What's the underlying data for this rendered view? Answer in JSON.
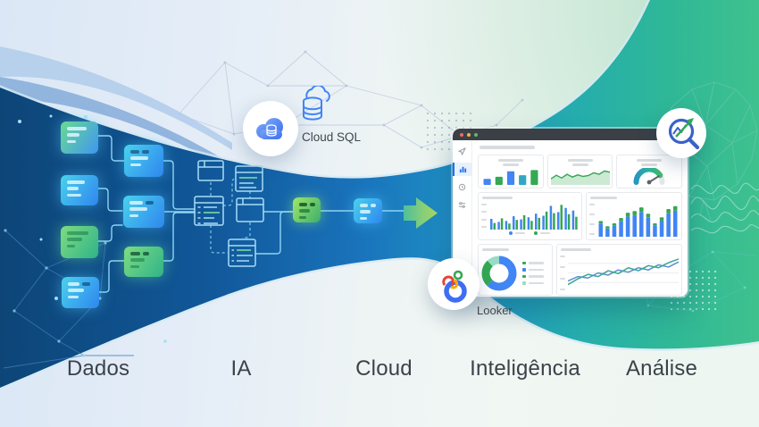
{
  "stages": {
    "items": [
      {
        "label": "Dados"
      },
      {
        "label": "IA"
      },
      {
        "label": "Cloud"
      },
      {
        "label": "Inteligência"
      },
      {
        "label": "Análise"
      }
    ]
  },
  "badges": {
    "cloud_sql": {
      "label": "Cloud SQL",
      "icon": "cloud-database-icon"
    },
    "looker": {
      "label": "Looker",
      "icon": "looker-logo-icon"
    },
    "insights": {
      "icon": "magnifier-trend-icon"
    }
  },
  "dashboard": {
    "window_controls": [
      "close",
      "minimize",
      "zoom"
    ],
    "sidebar_icons": [
      "explore-icon",
      "chart-icon",
      "clock-icon",
      "filter-icon"
    ],
    "note": "dashboard content is skeleton placeholders, no readable text"
  },
  "colors": {
    "funnel_navy": "#0d4577",
    "funnel_blue": "#1a74bc",
    "funnel_teal": "#25adad",
    "funnel_green": "#3fc18e",
    "chart_blue": "#4285f4",
    "chart_green": "#34a853",
    "chart_teal": "#31a8c0",
    "donut_light": "#9adbc8",
    "looker_blue": "#3e6df5",
    "looker_red": "#e94335",
    "looker_yellow": "#f9ab00",
    "looker_green": "#34a853"
  },
  "chart_data": [
    {
      "id": "bars-small",
      "type": "bar",
      "values": [
        34,
        48,
        84,
        58,
        92
      ],
      "colors": [
        "#4285f4",
        "#34a853",
        "#4285f4",
        "#31a8c0",
        "#34a853"
      ]
    },
    {
      "id": "area-trend",
      "type": "area",
      "color": "#34a853",
      "values": [
        34,
        58,
        40,
        64,
        46,
        60,
        50,
        56,
        74,
        64,
        86,
        78
      ]
    },
    {
      "id": "gauge",
      "type": "gauge",
      "value": 82,
      "track": "#e4e7ea",
      "arc_colors": [
        "#2796c0",
        "#2bb39b",
        "#44bb66"
      ],
      "needle": "#5f6368"
    },
    {
      "id": "paired-bars",
      "type": "paired-bar",
      "colors": [
        "#4285f4",
        "#34a853"
      ],
      "pairs": [
        [
          38,
          22
        ],
        [
          26,
          40
        ],
        [
          30,
          20
        ],
        [
          48,
          34
        ],
        [
          36,
          52
        ],
        [
          44,
          30
        ],
        [
          58,
          42
        ],
        [
          50,
          66
        ],
        [
          88,
          60
        ],
        [
          64,
          92
        ],
        [
          80,
          56
        ],
        [
          70,
          46
        ]
      ]
    },
    {
      "id": "stacked-bars",
      "type": "stacked-bar",
      "colors": [
        "#4285f4",
        "#34a853"
      ],
      "pairs": [
        [
          36,
          9
        ],
        [
          22,
          7
        ],
        [
          30,
          8
        ],
        [
          44,
          10
        ],
        [
          58,
          12
        ],
        [
          62,
          13
        ],
        [
          72,
          14
        ],
        [
          56,
          11
        ],
        [
          30,
          8
        ],
        [
          46,
          10
        ],
        [
          68,
          13
        ],
        [
          76,
          14
        ]
      ]
    },
    {
      "id": "donut",
      "type": "donut",
      "slices": [
        62,
        26,
        12
      ],
      "colors": [
        "#4285f4",
        "#34a853",
        "#9adbc8"
      ]
    },
    {
      "id": "multi-line",
      "type": "line-multi",
      "grid": true,
      "series": [
        {
          "color": "#5b8ed6",
          "values": [
            28,
            40,
            36,
            50,
            44,
            58,
            52,
            64,
            58,
            72,
            66,
            80
          ]
        },
        {
          "color": "#3aa78f",
          "values": [
            18,
            34,
            46,
            40,
            56,
            48,
            64,
            56,
            70,
            64,
            78,
            88
          ]
        }
      ]
    }
  ]
}
